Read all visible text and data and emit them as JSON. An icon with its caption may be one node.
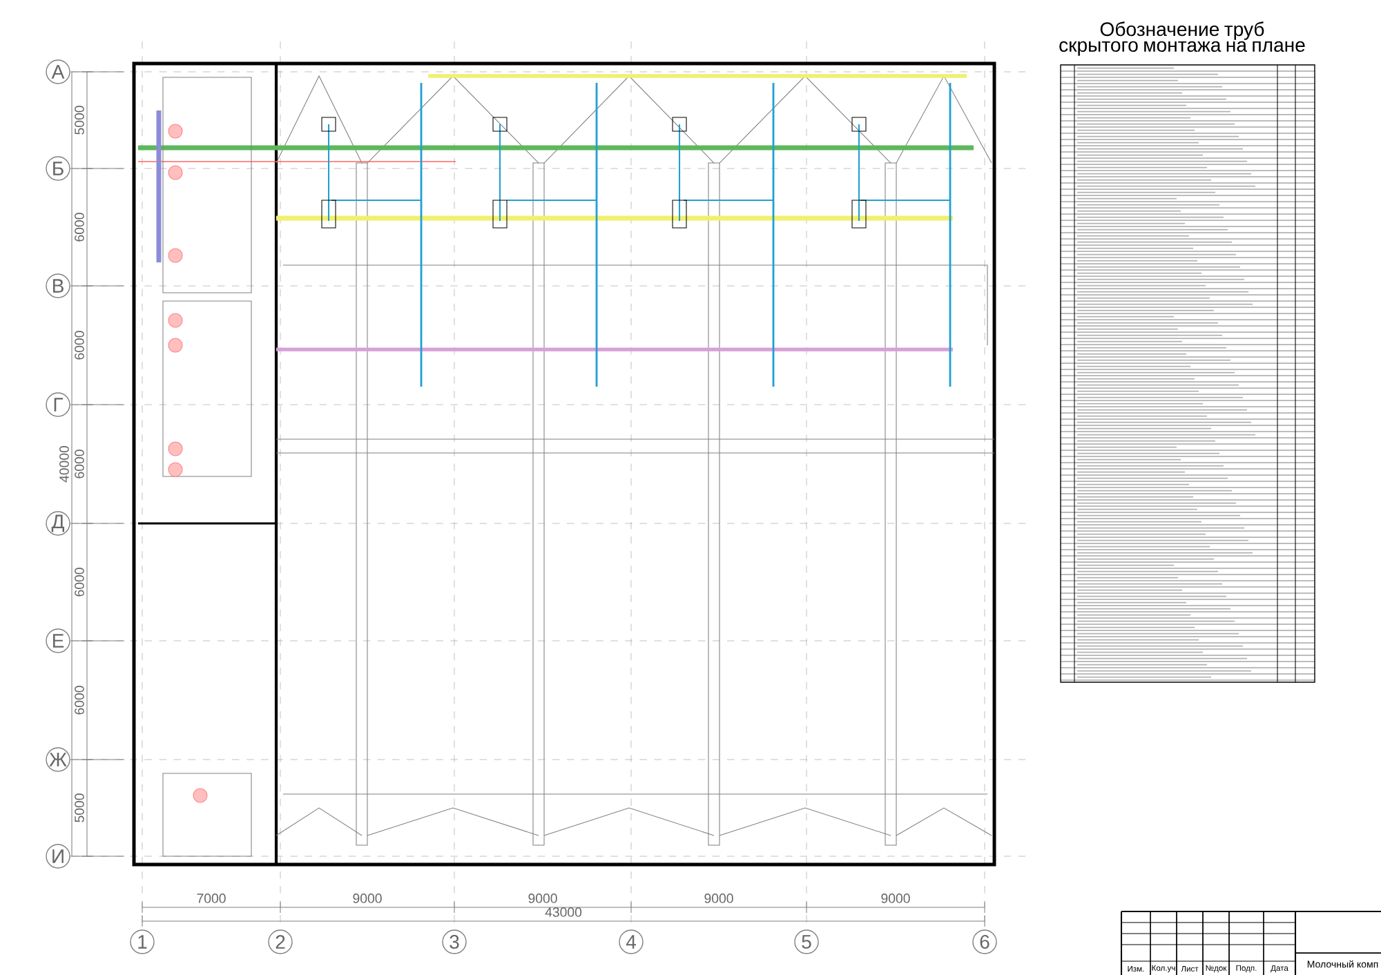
{
  "diagram": {
    "title": "Обозначение труб скрытого монтажа на плане",
    "labels": [
      "А",
      "Б",
      "В",
      "Г",
      "Д",
      "Е",
      "Ж",
      "И",
      "5000",
      "6000",
      "6000",
      "6000",
      "6000",
      "6000",
      "5000",
      "40000",
      "7000",
      "9000",
      "9000",
      "9000",
      "9000",
      "43000",
      "1",
      "2",
      "3",
      "4",
      "5",
      "6",
      "Изм.",
      "Кол.уч",
      "Лист",
      "№док",
      "Подп.",
      "Дата",
      "Молочный комп"
    ]
  }
}
